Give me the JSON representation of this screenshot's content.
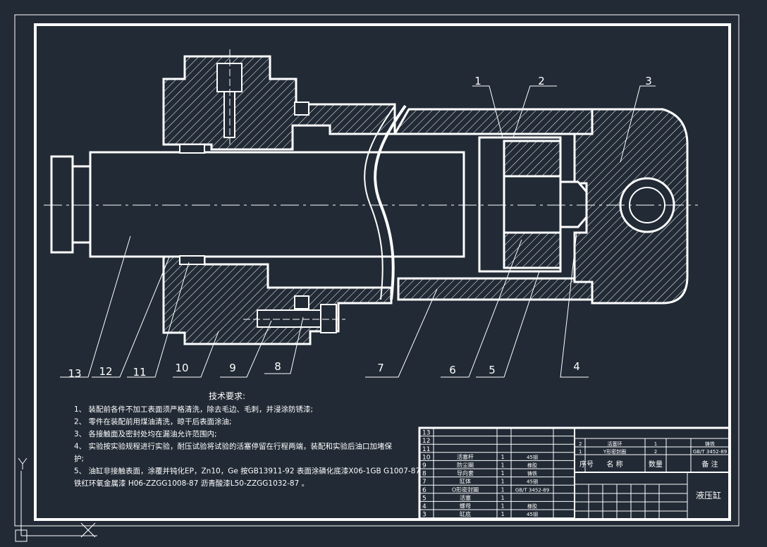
{
  "part_labels": [
    "1",
    "2",
    "3",
    "4",
    "5",
    "6",
    "7",
    "8",
    "9",
    "10",
    "11",
    "12",
    "13"
  ],
  "tech": {
    "title": "技术要求:",
    "lines": [
      "1、 装配前各件不加工表面须严格清洗，除去毛边、毛刺，并浸涂防锈漆;",
      "2、 零件在装配前用煤油清洗，晾干后表面涂油;",
      "3、 各接触面及密封处均在漏油允许范围内;",
      "4、 实验按实验规程进行实验，耐压试验将试验的活塞停留在行程两端，装配和实验后油口加堵保",
      "护;",
      "5、 油缸非接触表面，涂覆并钝化EP，Zn10，Ge 按GB13911-92 表面涂磷化底漆X06-1GB G1007-87",
      "铁红环氧金属漆 H06-ZZGG1008-87 沥青酸漆L50-ZZGG1032-87 。"
    ]
  },
  "bom": {
    "row_numbers": [
      "13",
      "12",
      "11",
      "10",
      "9",
      "8",
      "7",
      "6",
      "5",
      "4",
      "3"
    ],
    "rows": [
      {
        "no": "10",
        "name": "活塞杆",
        "qty": "1",
        "mat": "45钢",
        "remark": ""
      },
      {
        "no": "9",
        "name": "防尘圈",
        "qty": "1",
        "mat": "橡胶",
        "remark": ""
      },
      {
        "no": "8",
        "name": "导向套",
        "qty": "1",
        "mat": "铸铁",
        "remark": ""
      },
      {
        "no": "7",
        "name": "缸体",
        "qty": "1",
        "mat": "45钢",
        "remark": ""
      },
      {
        "no": "6",
        "name": "O形密封圈",
        "qty": "1",
        "mat": "GB/T 3452-89",
        "remark": ""
      },
      {
        "no": "5",
        "name": "活塞",
        "qty": "1",
        "mat": "",
        "remark": ""
      },
      {
        "no": "4",
        "name": "螺母",
        "qty": "1",
        "mat": "橡胶",
        "remark": ""
      },
      {
        "no": "3",
        "name": "缸底",
        "qty": "1",
        "mat": "45钢",
        "remark": ""
      }
    ],
    "top_rows": [
      {
        "no": "2",
        "name": "活塞环",
        "qty": "1",
        "mat": "铸铁",
        "remark": ""
      },
      {
        "no": "1",
        "name": "Y形密封圈",
        "qty": "2",
        "mat": "GB/T 3452-89",
        "remark": ""
      }
    ],
    "header": {
      "no": "序号",
      "name": "名 称",
      "qty": "数量",
      "remark": "备 注"
    },
    "title": "液压缸"
  }
}
